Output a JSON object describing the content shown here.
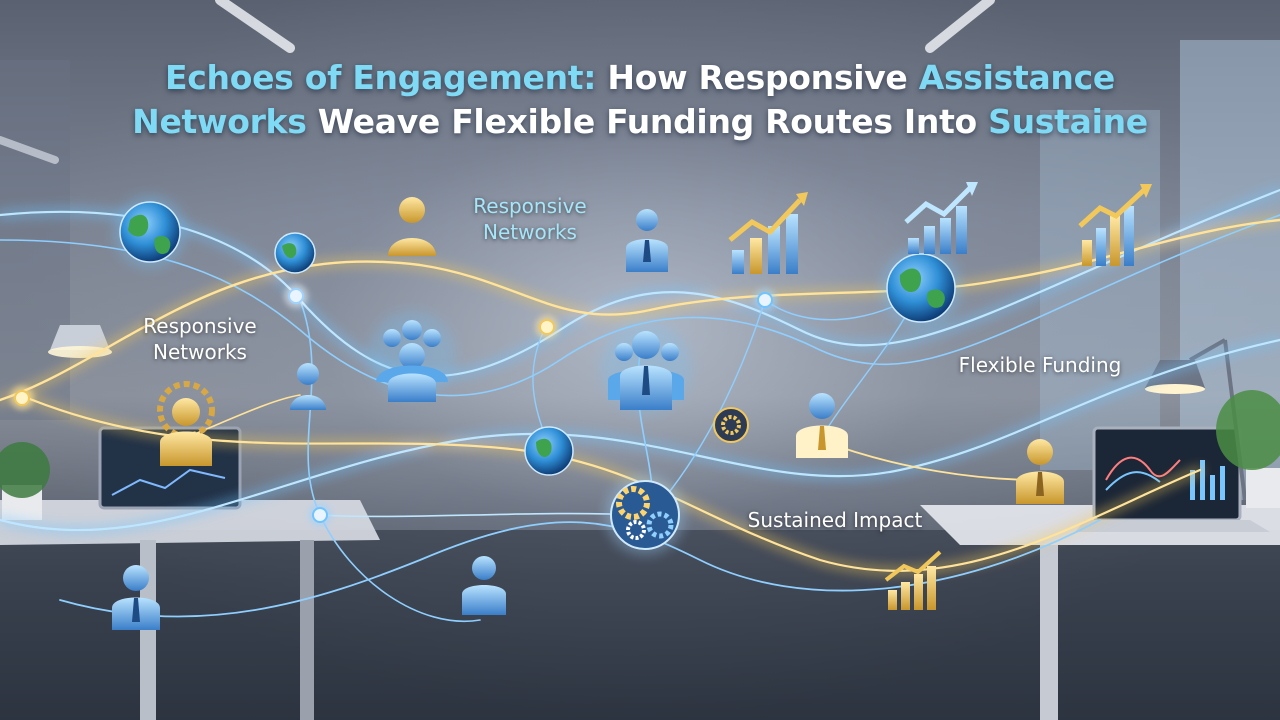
{
  "headline": {
    "line1": [
      {
        "text": "Echoes of Engagement: ",
        "highlight": true
      },
      {
        "text": "How Responsive ",
        "highlight": false
      },
      {
        "text": "Assistance",
        "highlight": true
      }
    ],
    "line2": [
      {
        "text": "Networks ",
        "highlight": true
      },
      {
        "text": "Weave Flexible Funding Routes Into ",
        "highlight": false
      },
      {
        "text": "Sustaine",
        "highlight": true
      }
    ]
  },
  "labels": {
    "responsive_networks_top": "Responsive\nNetworks",
    "responsive_networks_left": "Responsive\nNetworks",
    "flexible_funding": "Flexible Funding",
    "sustained_impact": "Sustained Impact"
  },
  "colors": {
    "highlight": "#7fdaf5",
    "gold": "#f3c85a",
    "blue_glow": "#6fc4ff",
    "globe": "#2f8fd6"
  },
  "icons": [
    "globe-icon",
    "person-icon",
    "group-icon",
    "growth-chart-icon",
    "gear-icon",
    "laptop-icon",
    "desk-lamp-icon",
    "plant-icon"
  ]
}
